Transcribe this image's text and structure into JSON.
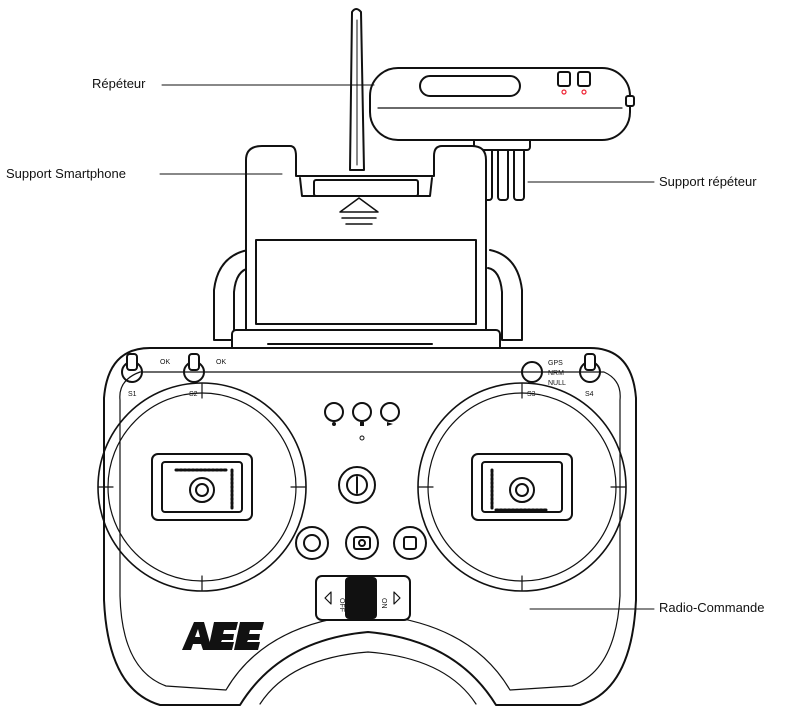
{
  "callouts": {
    "repeater": "Répéteur",
    "phone_holder": "Support Smartphone",
    "repeater_mount": "Support répéteur",
    "remote": "Radio-Commande"
  },
  "switches": {
    "s1": "S1",
    "s2": "S2",
    "s3": "S3",
    "s4": "S4"
  },
  "mode_labels": {
    "s2_ok": "OK",
    "s1_ok": "OK",
    "gps": "GPS",
    "nrm": "NRM",
    "null": "NULL"
  },
  "power_switch": {
    "off": "OFF",
    "on": "ON"
  },
  "brand": "AEE"
}
